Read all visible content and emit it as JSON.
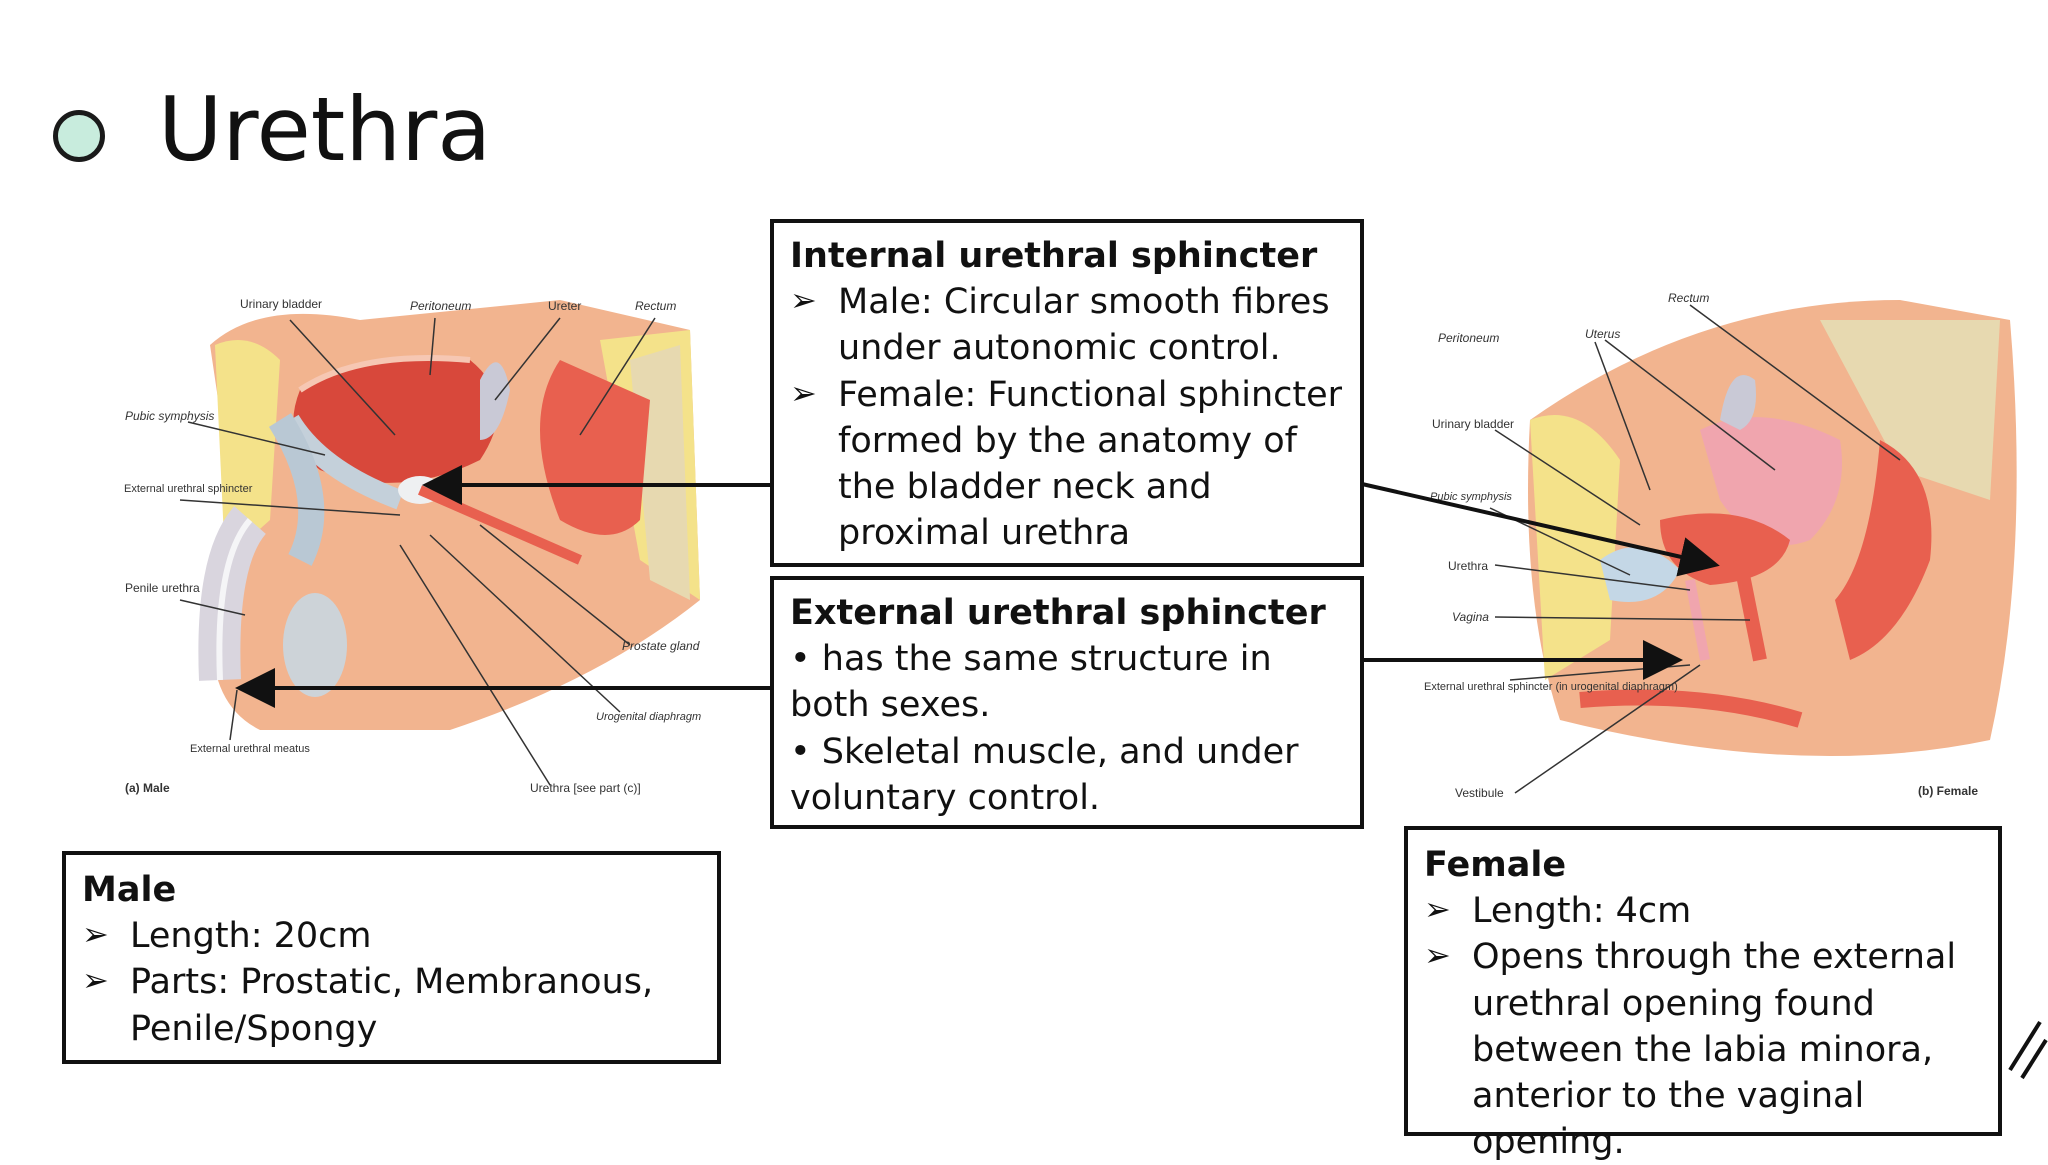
{
  "title": "Urethra",
  "internal_box": {
    "heading": "Internal urethral sphincter",
    "items": [
      "Male: Circular smooth fibres under autonomic control.",
      "Female: Functional sphincter formed by the anatomy of the bladder neck and proximal urethra"
    ]
  },
  "external_box": {
    "heading": "External urethral sphincter",
    "items": [
      "• has the same structure in both sexes.",
      "• Skeletal muscle, and under voluntary control."
    ]
  },
  "male_box": {
    "heading": "Male",
    "items": [
      "Length: 20cm",
      "Parts: Prostatic, Membranous, Penile/Spongy"
    ]
  },
  "female_box": {
    "heading": "Female",
    "items": [
      "Length: 4cm",
      "Opens through the external urethral opening found between the labia minora, anterior to the vaginal opening."
    ]
  },
  "male_figure": {
    "caption": "(a) Male",
    "labels": {
      "urinary_bladder": "Urinary bladder",
      "peritoneum": "Peritoneum",
      "ureter": "Ureter",
      "rectum": "Rectum",
      "pubic_symphysis": "Pubic symphysis",
      "external_sphincter": "External urethral sphincter",
      "penile_urethra": "Penile urethra",
      "prostate_gland": "Prostate gland",
      "urogenital_diaphragm": "Urogenital diaphragm",
      "external_meatus": "External urethral meatus",
      "urethra": "Urethra [see part (c)]"
    }
  },
  "female_figure": {
    "caption": "(b) Female",
    "labels": {
      "rectum": "Rectum",
      "peritoneum": "Peritoneum",
      "uterus": "Uterus",
      "urinary_bladder": "Urinary bladder",
      "pubic_symphysis": "Pubic symphysis",
      "urethra": "Urethra",
      "vagina": "Vagina",
      "external_sphincter": "External urethral sphincter (in urogenital diaphragm)",
      "vestibule": "Vestibule"
    }
  },
  "colors": {
    "bullet_fill": "#c8ecdd",
    "tissue": "#f2b48f",
    "bladder": "#d8483b",
    "fat": "#f4e28a"
  }
}
